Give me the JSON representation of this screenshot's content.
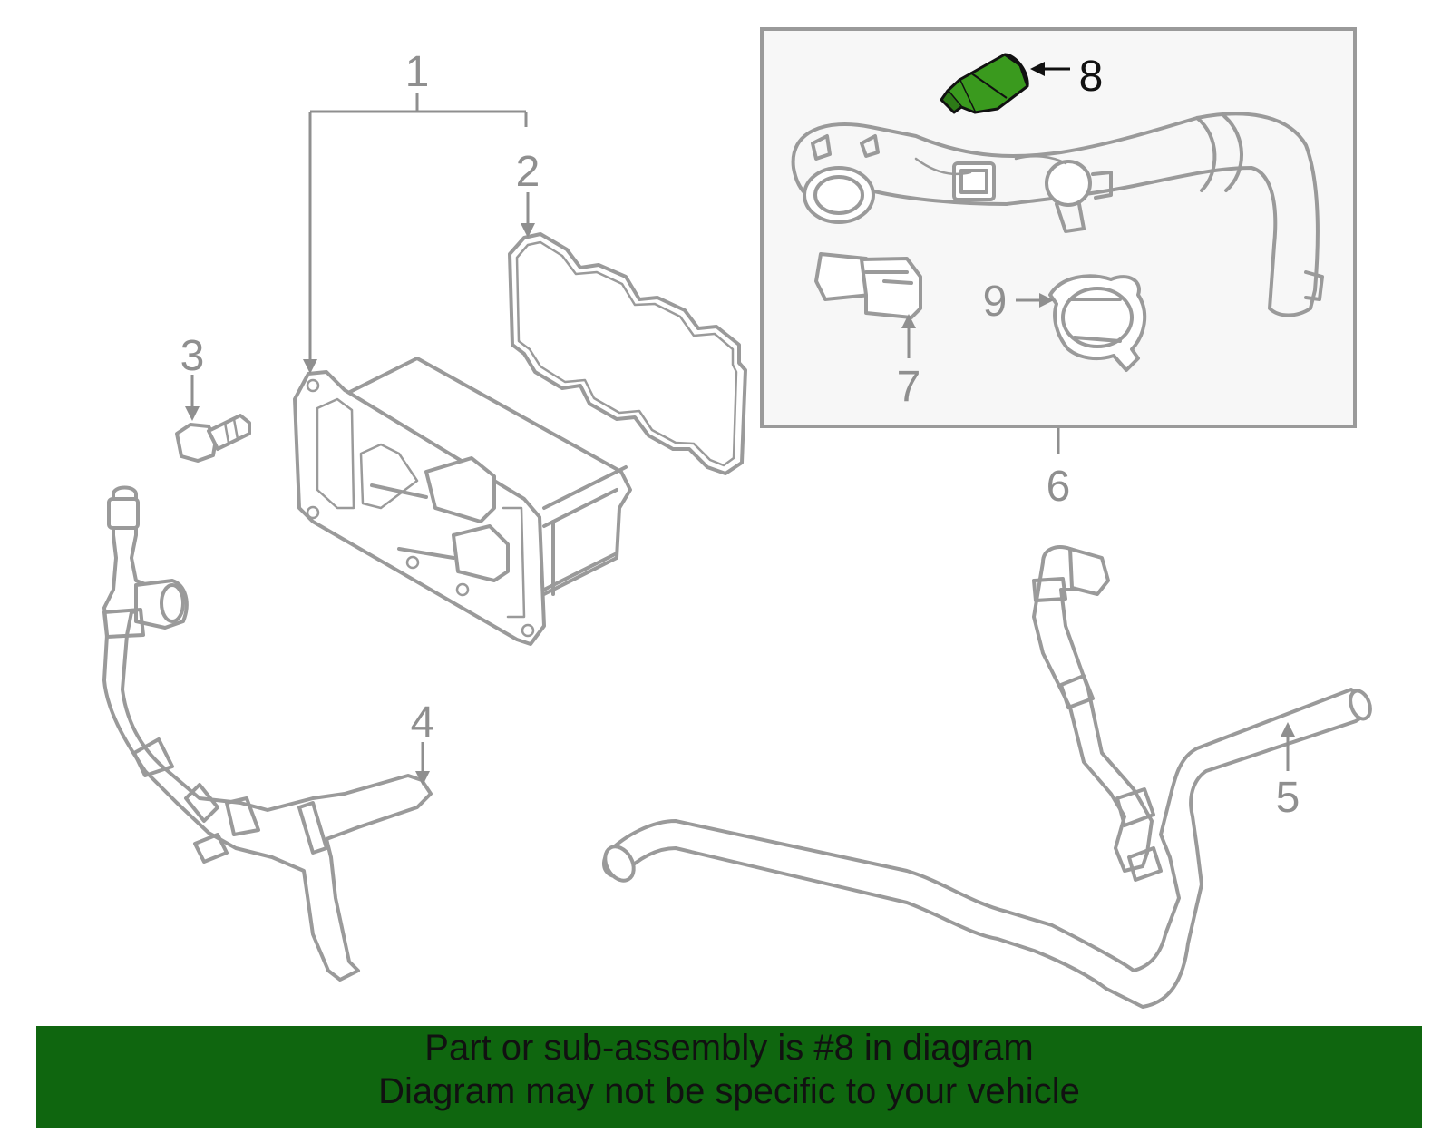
{
  "diagram": {
    "callouts": [
      "1",
      "2",
      "3",
      "4",
      "5",
      "6",
      "7",
      "8",
      "9"
    ],
    "highlight_callout": "8"
  },
  "colors": {
    "banner_bg": "#0f660f",
    "part_stroke": "#9a9a9a",
    "highlight_part": "#3a9a1e",
    "inset_bg": "#f7f7f7",
    "inset_border": "#9a9a9a"
  },
  "banner": {
    "line1": "Part or sub-assembly is #8 in diagram",
    "line2": "Diagram may not be specific to your vehicle"
  }
}
